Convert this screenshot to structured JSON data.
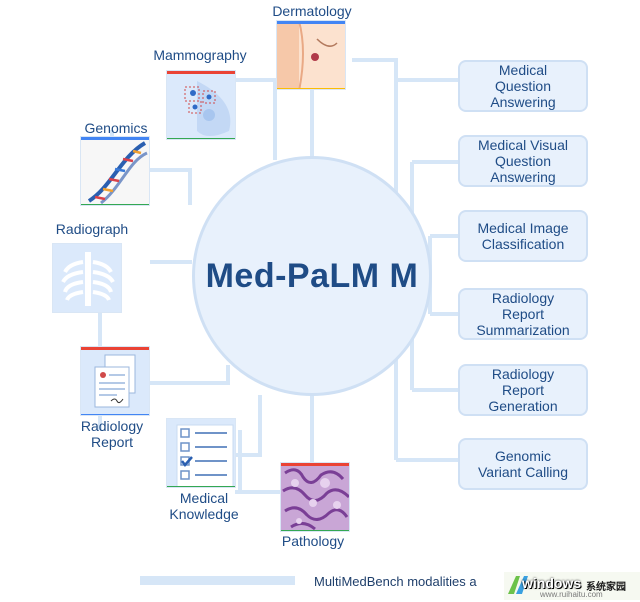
{
  "diagram": {
    "center_title": "Med-PaLM M",
    "modalities": [
      {
        "id": "dermatology",
        "label": "Dermatology",
        "icon": "dermatology-image-icon"
      },
      {
        "id": "mammography",
        "label": "Mammography",
        "icon": "mammography-image-icon"
      },
      {
        "id": "genomics",
        "label": "Genomics",
        "icon": "dna-icon"
      },
      {
        "id": "radiograph",
        "label": "Radiograph",
        "icon": "chest-xray-icon"
      },
      {
        "id": "radiology-report",
        "label": "Radiology\nReport",
        "icon": "report-document-icon"
      },
      {
        "id": "medical-knowledge",
        "label": "Medical\nKnowledge",
        "icon": "checklist-icon"
      },
      {
        "id": "pathology",
        "label": "Pathology",
        "icon": "pathology-slide-icon"
      }
    ],
    "tasks": [
      {
        "id": "mqa",
        "label": "Medical\nQuestion\nAnswering"
      },
      {
        "id": "mvqa",
        "label": "Medical Visual\nQuestion\nAnswering"
      },
      {
        "id": "mic",
        "label": "Medical Image\nClassification"
      },
      {
        "id": "rrs",
        "label": "Radiology\nReport\nSummarization"
      },
      {
        "id": "rrg",
        "label": "Radiology\nReport\nGeneration"
      },
      {
        "id": "gvc",
        "label": "Genomic\nVariant Calling"
      }
    ]
  },
  "footer": {
    "legend_text": "MultiMedBench modalities a"
  },
  "watermark": {
    "brand": "windows",
    "suffix": "系统家园",
    "url": "www.ruihaitu.com"
  },
  "colors": {
    "accent": "#1f4c86",
    "line": "#d6e6f7",
    "fill": "#e8f1fc"
  }
}
